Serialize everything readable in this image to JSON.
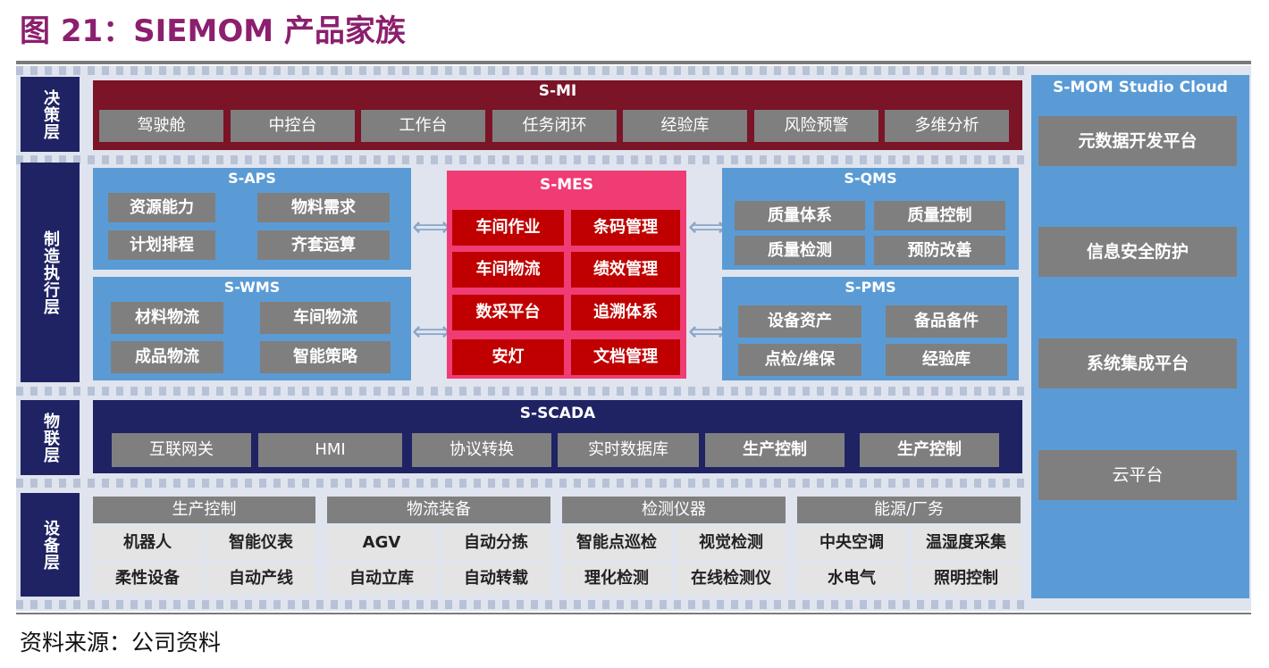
{
  "title": "图 21：SIEMOM 产品家族",
  "source": "资料来源：公司资料",
  "colors": {
    "title": "#8c1f6e",
    "layer_label_bg": "#1f2363",
    "mi_bg": "#7a1426",
    "blue_panel": "#5b9bd5",
    "mes_bg": "#f03c74",
    "scada_bg": "#1f2363",
    "cloud_bg": "#5b9bd5",
    "gray_box": "#7f7f7f"
  },
  "layers": [
    "决策层",
    "制造执行层",
    "物联层",
    "设备层"
  ],
  "mi": {
    "title": "S-MI",
    "items": [
      "驾驶舱",
      "中控台",
      "工作台",
      "任务闭环",
      "经验库",
      "风险预警",
      "多维分析"
    ]
  },
  "aps": {
    "title": "S-APS",
    "items": [
      "资源能力",
      "物料需求",
      "计划排程",
      "齐套运算"
    ]
  },
  "wms": {
    "title": "S-WMS",
    "items": [
      "材料物流",
      "车间物流",
      "成品物流",
      "智能策略"
    ]
  },
  "mes": {
    "title": "S-MES",
    "items": [
      "车间作业",
      "条码管理",
      "车间物流",
      "绩效管理",
      "数采平台",
      "追溯体系",
      "安灯",
      "文档管理"
    ]
  },
  "qms": {
    "title": "S-QMS",
    "items": [
      "质量体系",
      "质量控制",
      "质量检测",
      "预防改善"
    ]
  },
  "pms": {
    "title": "S-PMS",
    "items": [
      "设备资产",
      "备品备件",
      "点检/维保",
      "经验库"
    ]
  },
  "arrow_symbol": "⟺",
  "scada": {
    "title": "S-SCADA",
    "items": [
      "互联网关",
      "HMI",
      "协议转换",
      "实时数据库",
      "生产控制",
      "生产控制"
    ]
  },
  "equipment": {
    "groups": [
      {
        "header": "生产控制",
        "items": [
          "机器人",
          "智能仪表",
          "柔性设备",
          "自动产线"
        ]
      },
      {
        "header": "物流装备",
        "items": [
          "AGV",
          "自动分拣",
          "自动立库",
          "自动转载"
        ]
      },
      {
        "header": "检测仪器",
        "items": [
          "智能点巡检",
          "视觉检测",
          "理化检测",
          "在线检测仪"
        ]
      },
      {
        "header": "能源/厂务",
        "items": [
          "中央空调",
          "温湿度采集",
          "水电气",
          "照明控制"
        ]
      }
    ]
  },
  "cloud": {
    "title": "S-MOM Studio Cloud",
    "items": [
      "元数据开发平台",
      "信息安全防护",
      "系统集成平台",
      "云平台"
    ]
  }
}
